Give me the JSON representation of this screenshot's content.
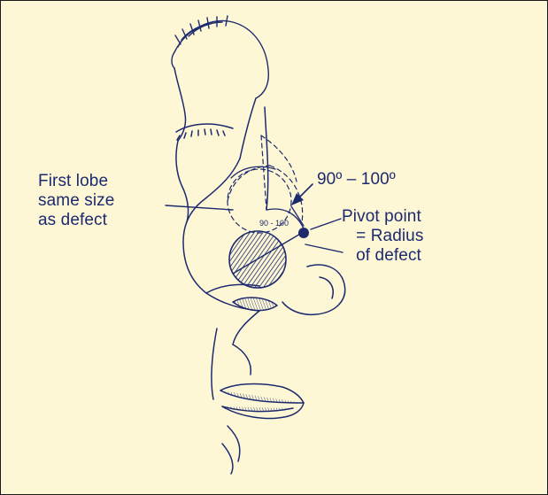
{
  "colors": {
    "background": "#fdf7d6",
    "ink": "#1d2a6e",
    "border": "#1a1a1a"
  },
  "labels": {
    "first_lobe": "First lobe\nsame size\nas defect",
    "angle": "90º – 100º",
    "pivot": "Pivot point\n   = Radius\n   of defect",
    "inner_angle": "90 - 100"
  }
}
